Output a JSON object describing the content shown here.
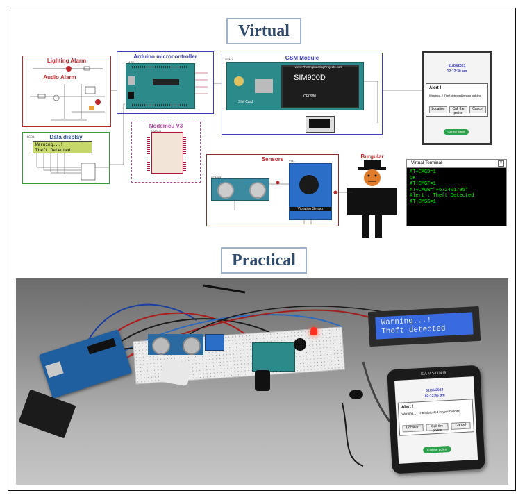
{
  "sections": {
    "virtual": "Virtual",
    "practical": "Practical"
  },
  "panels": {
    "lighting_alarm": "Lighting Alarm",
    "audio_alarm": "Audio Alarm",
    "arduino": "Arduino microcontroller",
    "gsm": "GSM Module",
    "data_display": "Data display",
    "nodemcu": "Nodemcu V3",
    "sensors": "Sensors",
    "burglar": "Burgular",
    "terminal_title": "Virtual Terminal"
  },
  "schematic": {
    "lcd_line1": "Warning...!",
    "lcd_line2": "Theft Detected.",
    "sim_label": "SIM900D",
    "sim_url": "www.TheEngineeringProjects.com",
    "sim_card": "SIM Card",
    "sim_model": "CE0980",
    "vibration_label": "Vibration Sensor",
    "gsm_ref": "GSM1",
    "ard_ref": "ARD1",
    "lcd_ref": "LCD1",
    "mcu_ref": "NMCU1",
    "sonar_ref": "SONAR1",
    "vib_ref": "VIB1"
  },
  "terminal_lines": [
    "AT+CMGD=1",
    "OK",
    "AT+CMGF=1",
    "AT+CMGW=\"+672401795\"",
    "Alert : Theft Detected",
    "AT+CMSS=1"
  ],
  "phone_virtual": {
    "date": "11/28/2021",
    "time": "12:12:30 am",
    "alert_title": "Alert !",
    "alert_msg": "Warning... ! Theft detected in your building",
    "btn_location": "Location",
    "btn_police": "Call the police",
    "btn_cancel": "Cancel",
    "bottom_btn": "Call the police"
  },
  "phone_real": {
    "brand": "SAMSUNG",
    "date": "01/06/2022",
    "time": "02:12:45 pm",
    "alert_title": "Alert !",
    "alert_msg": "Warning... ! Theft detected in your building",
    "btn_location": "Location",
    "btn_police": "Call the police",
    "btn_cancel": "Cancel",
    "bottom_btn": "Call the police"
  },
  "real_lcd": {
    "line1": "Warning...!",
    "line2": "Theft detected"
  },
  "colors": {
    "title_text": "#2f4a6b",
    "title_border": "#9fb2c9",
    "red_panel": "#c0282b",
    "blue_panel": "#3a3db4",
    "green_panel": "#3a9a3a",
    "purple_panel": "#b04aa0",
    "darkred_panel": "#8a2a2a",
    "terminal_green": "#00ff00",
    "lcd_green": "#c6d86a",
    "board_teal": "#2c8a8a"
  }
}
